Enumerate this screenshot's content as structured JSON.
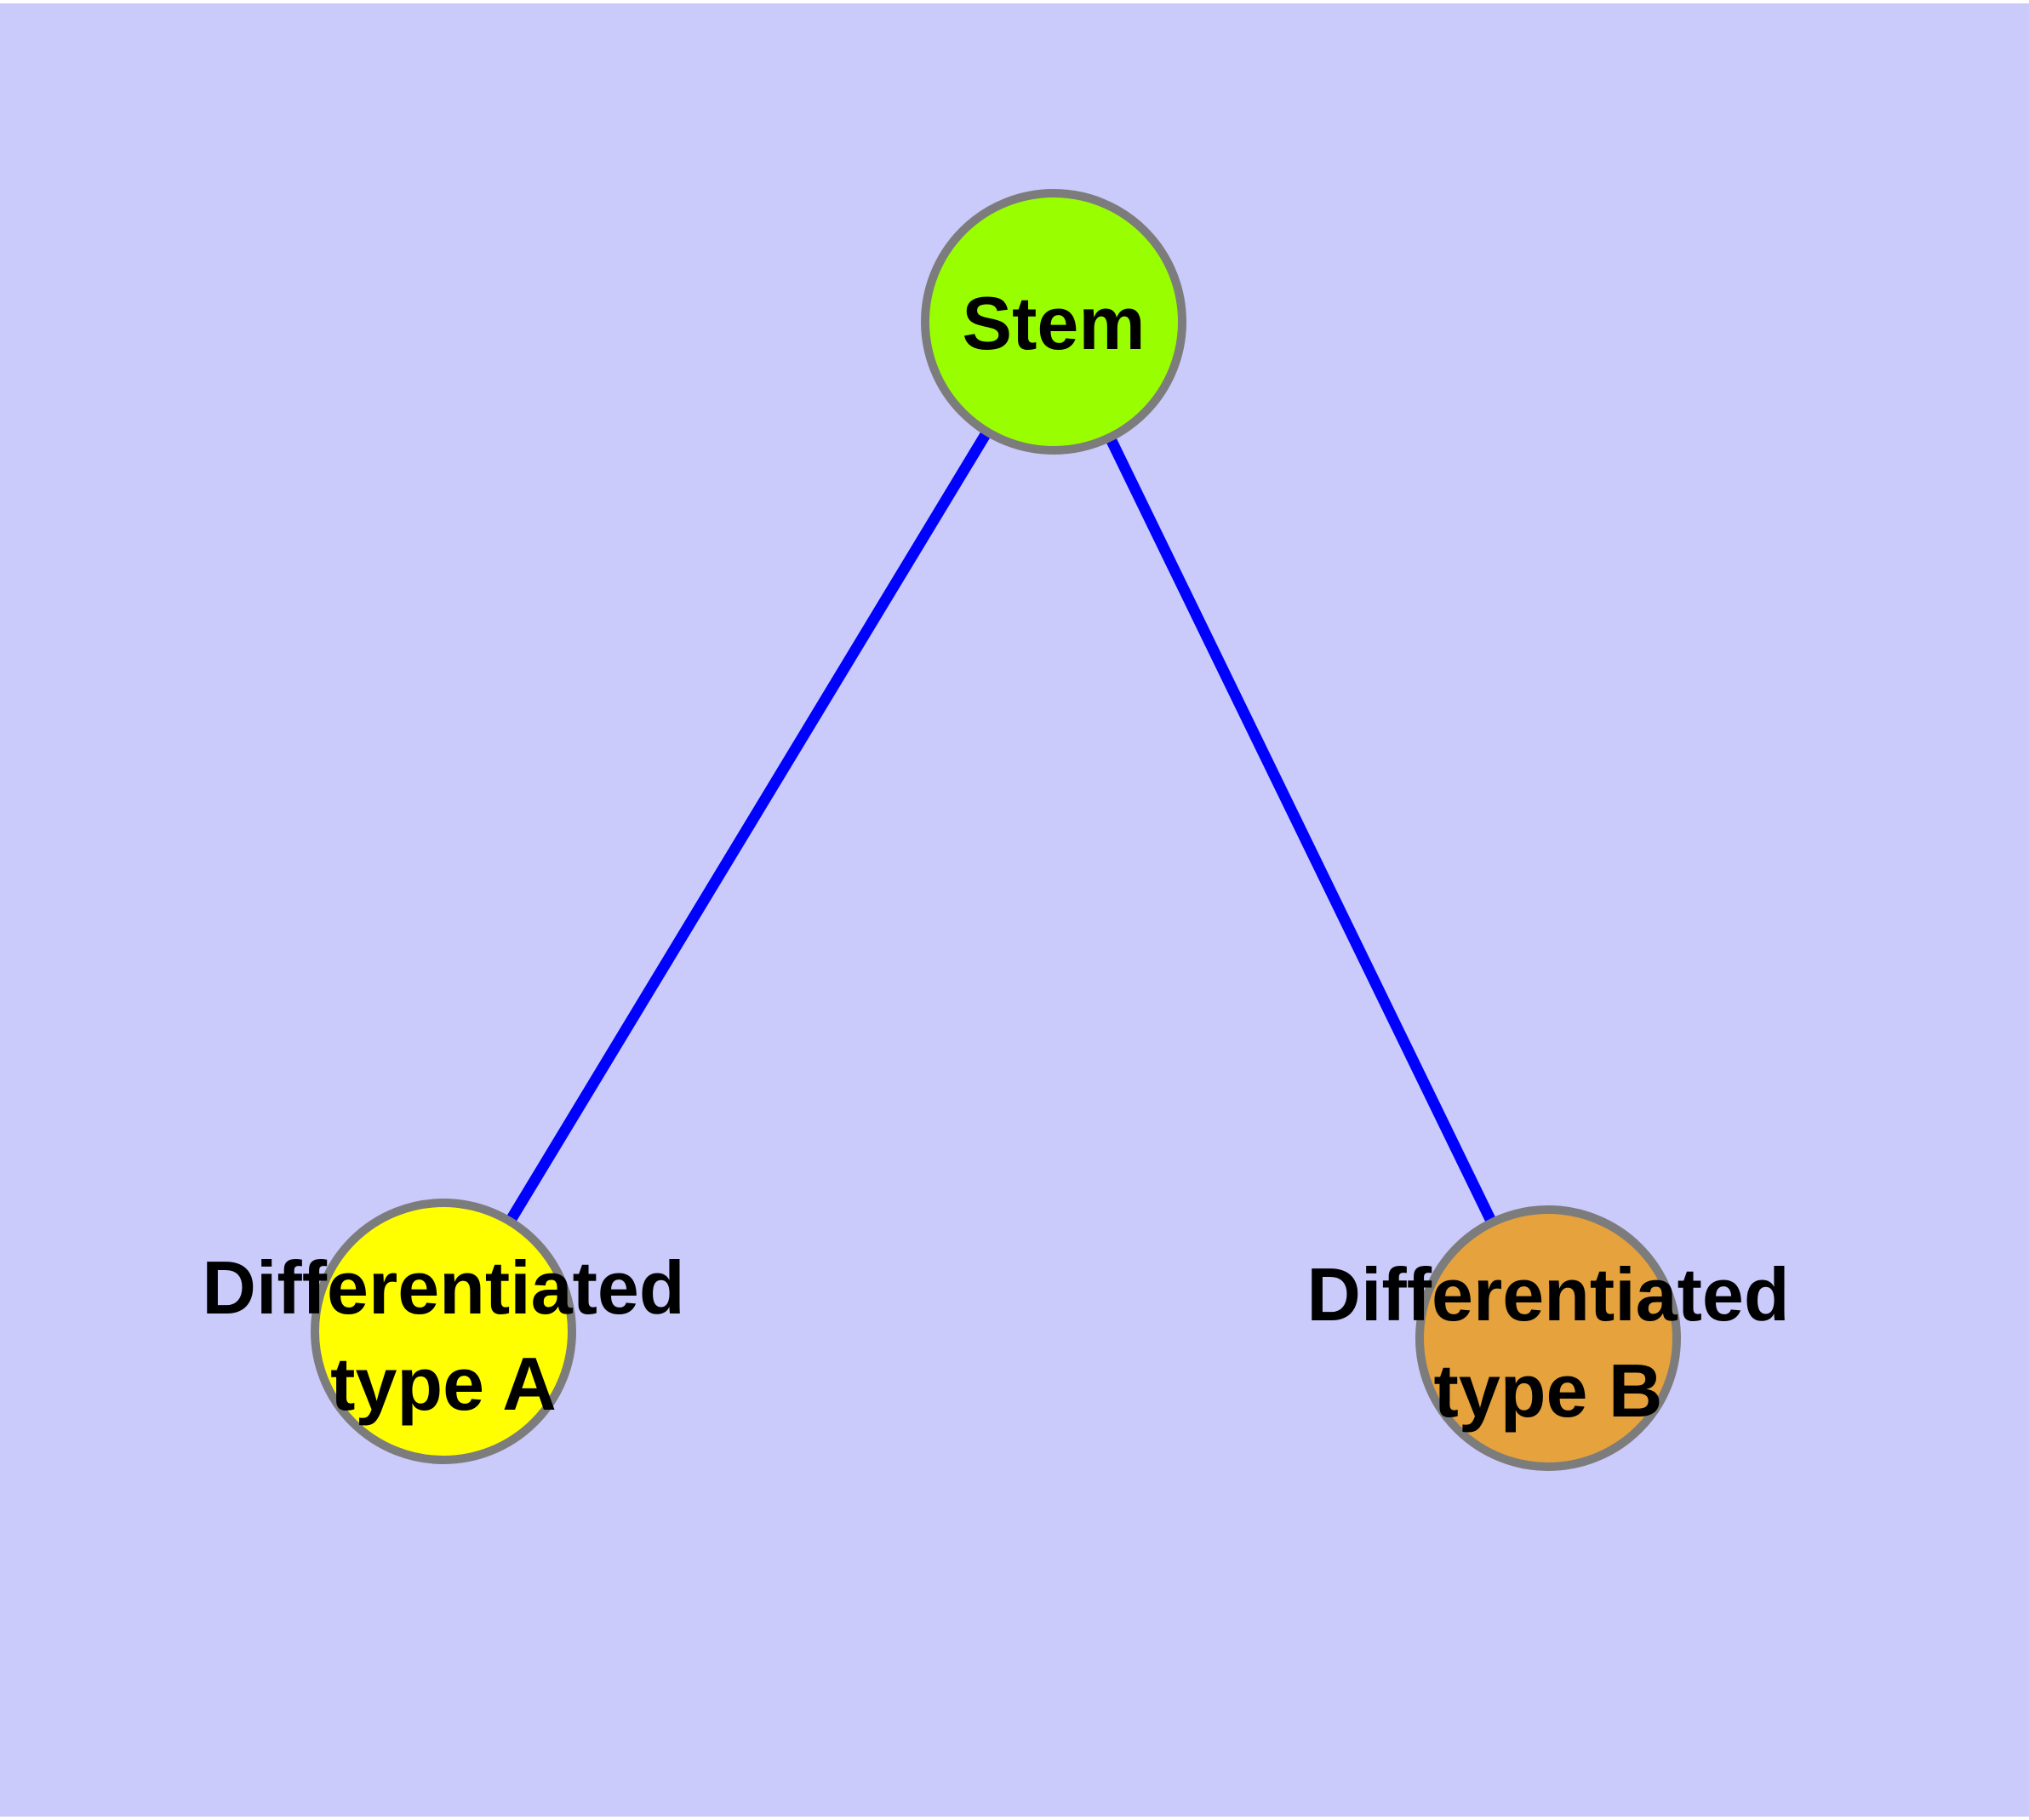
{
  "diagram": {
    "background_color": "#cacafb",
    "edge_color": "#0000ff",
    "node_border_color": "#7c7c7c",
    "label_color": "#000000",
    "nodes": [
      {
        "id": "stem",
        "label": "Stem",
        "color": "#99ff00"
      },
      {
        "id": "type-a",
        "label_lines": [
          "Differentiated",
          "type A"
        ],
        "color": "#ffff00"
      },
      {
        "id": "type-b",
        "label_lines": [
          "Differentiated",
          "type B"
        ],
        "color": "#e6a23c"
      }
    ],
    "edges": [
      {
        "from": "Stem",
        "to": "Differentiated type A"
      },
      {
        "from": "Stem",
        "to": "Differentiated type B"
      }
    ]
  }
}
